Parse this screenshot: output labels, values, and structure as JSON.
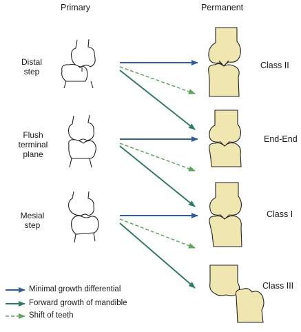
{
  "headers": {
    "primary": "Primary",
    "permanent": "Permanent"
  },
  "primary_labels": [
    {
      "line1": "Distal",
      "line2": "step",
      "line3": ""
    },
    {
      "line1": "Flush",
      "line2": "terminal",
      "line3": "plane"
    },
    {
      "line1": "Mesial",
      "line2": "step",
      "line3": ""
    }
  ],
  "class_labels": [
    "Class II",
    "End-End",
    "Class I",
    "Class III"
  ],
  "legend": [
    {
      "label": "Minimal growth differential",
      "color": "#2e5e9e",
      "style": "solid-arrow"
    },
    {
      "label": "Forward growth of mandible",
      "color": "#2e7d5b",
      "style": "solid-arrow"
    },
    {
      "label": "Shift of teeth",
      "color": "#5aa85a",
      "style": "dashed-arrow"
    }
  ],
  "colors": {
    "permanent_tooth_fill": "#f0e6b0",
    "outline": "#222222"
  }
}
